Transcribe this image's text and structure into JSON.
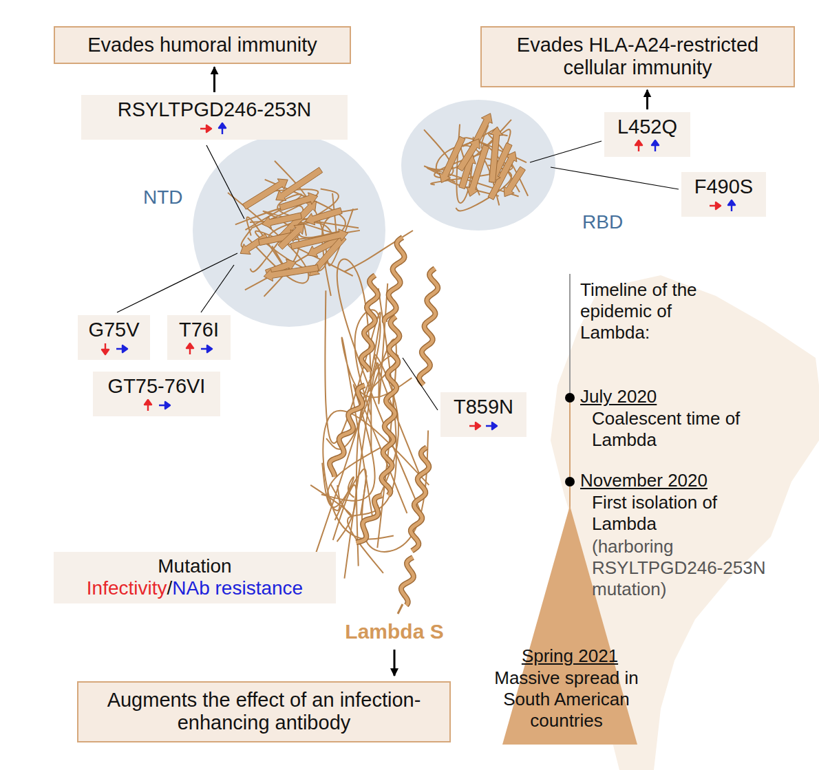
{
  "diagram": {
    "nodes": [
      {
        "text": [
          "Evades humoral immunity"
        ]
      },
      {
        "text": [
          "RSYLTPGD246-253N"
        ]
      },
      {
        "text": [
          "Evades HLA-A24-restricted cellular immunity"
        ]
      },
      {
        "text": [
          "L452Q"
        ]
      },
      {
        "text": [
          "F490S"
        ]
      },
      {
        "text": [
          "G75V"
        ]
      },
      {
        "text": [
          "T76I"
        ]
      },
      {
        "text": [
          "GT75-76VI"
        ]
      },
      {
        "text": [
          "T859N"
        ]
      },
      {
        "text": [
          "Mutation"
        ]
      },
      {
        "text": [
          "Augments the effect of an infection-enhancing antibody"
        ]
      }
    ],
    "edges": [
      {
        "from": 1,
        "to": 0,
        "arrow": "to"
      },
      {
        "from": 3,
        "to": 2,
        "arrow": "to"
      }
    ],
    "labels": [
      "NTD",
      "RBD",
      "Lambda S",
      "/",
      "Timeline of the epidemic of Lambda:",
      "July 2020",
      "Coalescent time of Lambda",
      "November 2020",
      "First isolation of Lambda",
      "(harboring RSYLTPGD246-253N mutation)",
      "Spring 2021",
      "Massive spread in South American countries"
    ],
    "legend": [
      {
        "text": "Infectivity",
        "color": "#e8262a"
      },
      {
        "text": "NAb resistance",
        "color": "#1c22dc"
      }
    ]
  }
}
